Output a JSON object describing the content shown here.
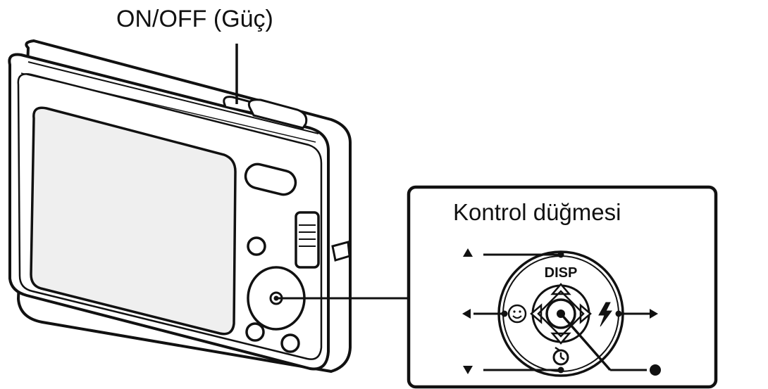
{
  "labels": {
    "power": "ON/OFF (Güç)",
    "control_button": "Kontrol düğmesi",
    "disp": "DISP"
  },
  "icons": {
    "up_arrow": "triangle-up",
    "down_arrow": "triangle-down",
    "left_arrow": "triangle-left",
    "right_arrow": "triangle-right",
    "face": "smile-face",
    "flash": "flash-bolt",
    "timer": "self-timer",
    "center": "filled-dot"
  },
  "colors": {
    "line": "#111111",
    "body_fill": "#ffffff",
    "screen_fill": "#efefef"
  }
}
